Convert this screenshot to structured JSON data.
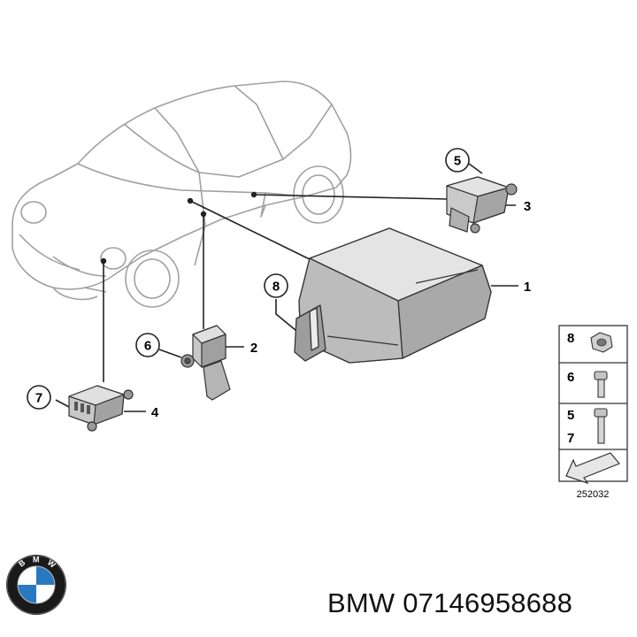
{
  "callouts": [
    {
      "id": "c1",
      "label": "1"
    },
    {
      "id": "c2",
      "label": "2"
    },
    {
      "id": "c3",
      "label": "3"
    },
    {
      "id": "c4",
      "label": "4"
    },
    {
      "id": "c5",
      "label": "5"
    },
    {
      "id": "c6",
      "label": "6"
    },
    {
      "id": "c7",
      "label": "7"
    },
    {
      "id": "c8",
      "label": "8"
    }
  ],
  "legend_panel": {
    "rows": [
      "8",
      "6",
      "5",
      "7"
    ]
  },
  "reference_number": "252032",
  "caption": {
    "brand": "BMW",
    "part_number": "07146958688"
  },
  "logo": {
    "letters": "BMW",
    "colors": {
      "ring": "#1a1a1a",
      "blue": "#2a78c0",
      "white": "#ffffff"
    }
  },
  "colors": {
    "line": "#222222",
    "car_outline": "#9a9a9a",
    "part_fill": "#cfcfcf",
    "part_dark": "#9e9e9e"
  }
}
